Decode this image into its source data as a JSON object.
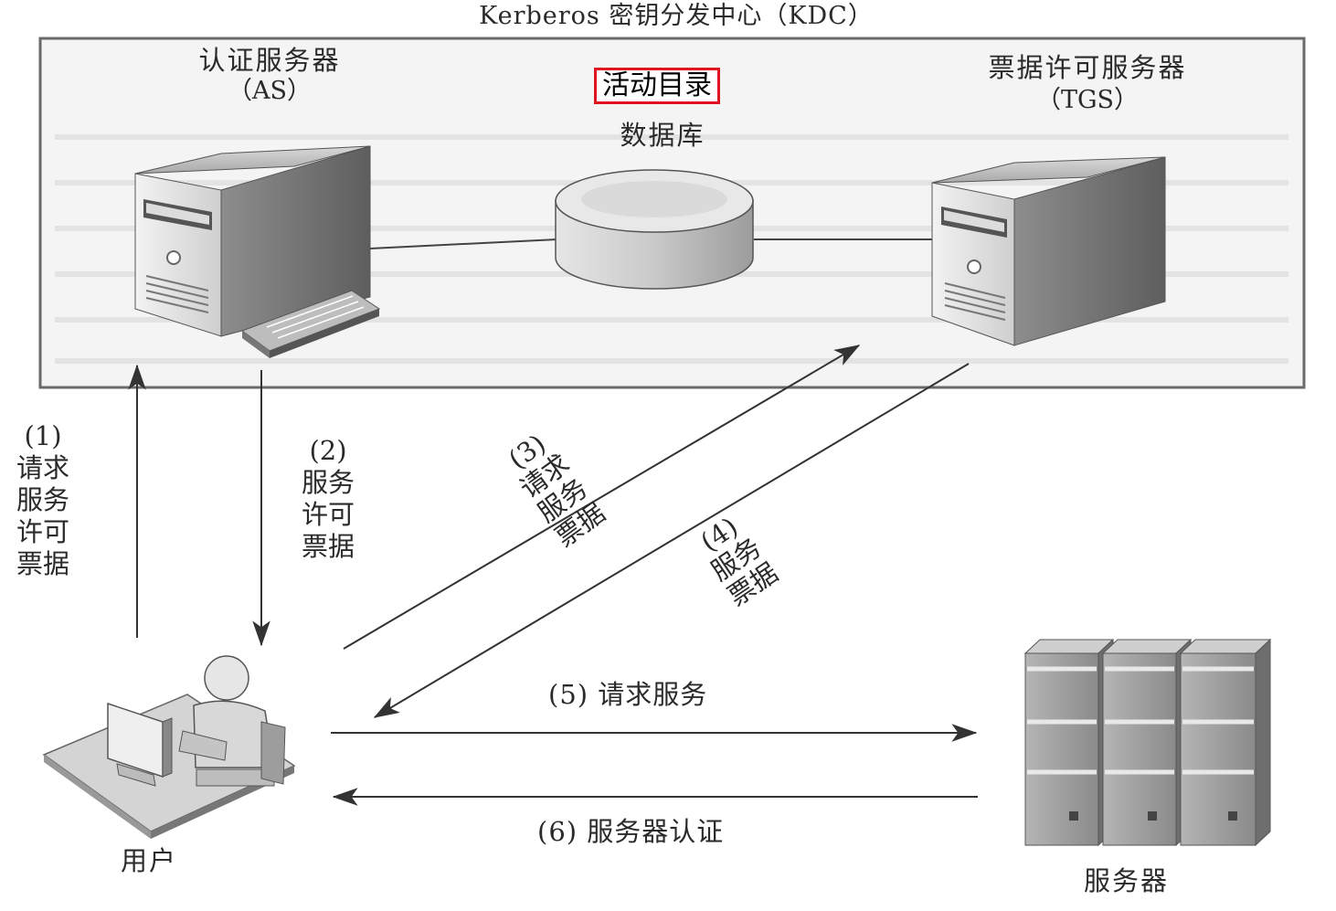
{
  "kdc": {
    "title": "Kerberos 密钥分发中心（KDC）"
  },
  "as_server": {
    "name": "认证服务器",
    "abbr": "（AS）"
  },
  "database": {
    "annotation": "活动目录",
    "label": "数据库"
  },
  "tgs_server": {
    "name": "票据许可服务器",
    "abbr": "（TGS）"
  },
  "steps": {
    "s1": [
      "(1)",
      "请求",
      "服务",
      "许可",
      "票据"
    ],
    "s2": [
      "(2)",
      "服务",
      "许可",
      "票据"
    ],
    "s3": [
      "(3)",
      "请求",
      "服务",
      "票据"
    ],
    "s4": [
      "(4)",
      "服务",
      "票据"
    ],
    "s5": "(5) 请求服务",
    "s6": "(6) 服务器认证"
  },
  "user": {
    "label": "用户"
  },
  "service_server": {
    "label": "服务器"
  },
  "colors": {
    "annotation_border": "#e0141e",
    "line": "#3a3a3a",
    "kdc_frame": "#6a6a6a"
  }
}
